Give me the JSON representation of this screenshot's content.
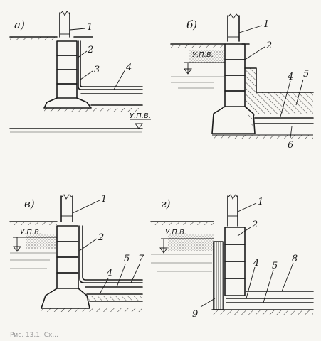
{
  "panels": {
    "a": {
      "letter": "а)",
      "labels": [
        "1",
        "2",
        "3",
        "4"
      ],
      "water_level": "У.П.В."
    },
    "b": {
      "letter": "б)",
      "labels": [
        "1",
        "2",
        "4",
        "5",
        "6"
      ],
      "water_level": "У.П.В."
    },
    "v": {
      "letter": "в)",
      "labels": [
        "1",
        "2",
        "4",
        "5",
        "7"
      ],
      "water_level": "У.П.В."
    },
    "g": {
      "letter": "г)",
      "labels": [
        "1",
        "2",
        "4",
        "5",
        "8",
        "9"
      ],
      "water_level": "У.П.В."
    }
  },
  "caption": "Рис. 13.1. Сх..."
}
